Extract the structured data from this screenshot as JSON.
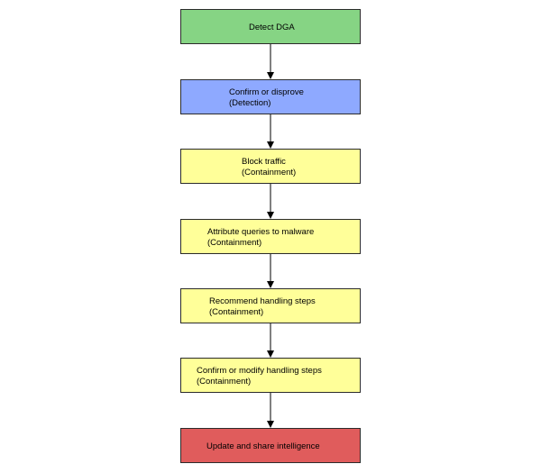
{
  "diagram": {
    "type": "flowchart",
    "direction": "top-to-bottom",
    "colors": {
      "start": "#86d484",
      "detection": "#8ea9ff",
      "containment": "#ffff99",
      "end": "#e05c5c",
      "border": "#2b2b2b",
      "arrow": "#000000"
    },
    "nodes": [
      {
        "id": "detect-dga",
        "text": "Detect DGA",
        "kind": "start"
      },
      {
        "id": "confirm-or-disprove",
        "text": "Confirm or disprove\n(Detection)",
        "kind": "detection"
      },
      {
        "id": "block-traffic",
        "text": "Block traffic\n(Containment)",
        "kind": "containment"
      },
      {
        "id": "attribute-queries",
        "text": "Attribute queries to malware\n(Containment)",
        "kind": "containment"
      },
      {
        "id": "recommend-handling",
        "text": "Recommend handling steps\n(Containment)",
        "kind": "containment"
      },
      {
        "id": "confirm-or-modify",
        "text": "Confirm or modify handling steps\n(Containment)",
        "kind": "containment"
      },
      {
        "id": "update-share",
        "text": "Update and share intelligence",
        "kind": "end"
      }
    ],
    "edges": [
      {
        "from": "detect-dga",
        "to": "confirm-or-disprove"
      },
      {
        "from": "confirm-or-disprove",
        "to": "block-traffic"
      },
      {
        "from": "block-traffic",
        "to": "attribute-queries"
      },
      {
        "from": "attribute-queries",
        "to": "recommend-handling"
      },
      {
        "from": "recommend-handling",
        "to": "confirm-or-modify"
      },
      {
        "from": "confirm-or-modify",
        "to": "update-share"
      }
    ]
  }
}
